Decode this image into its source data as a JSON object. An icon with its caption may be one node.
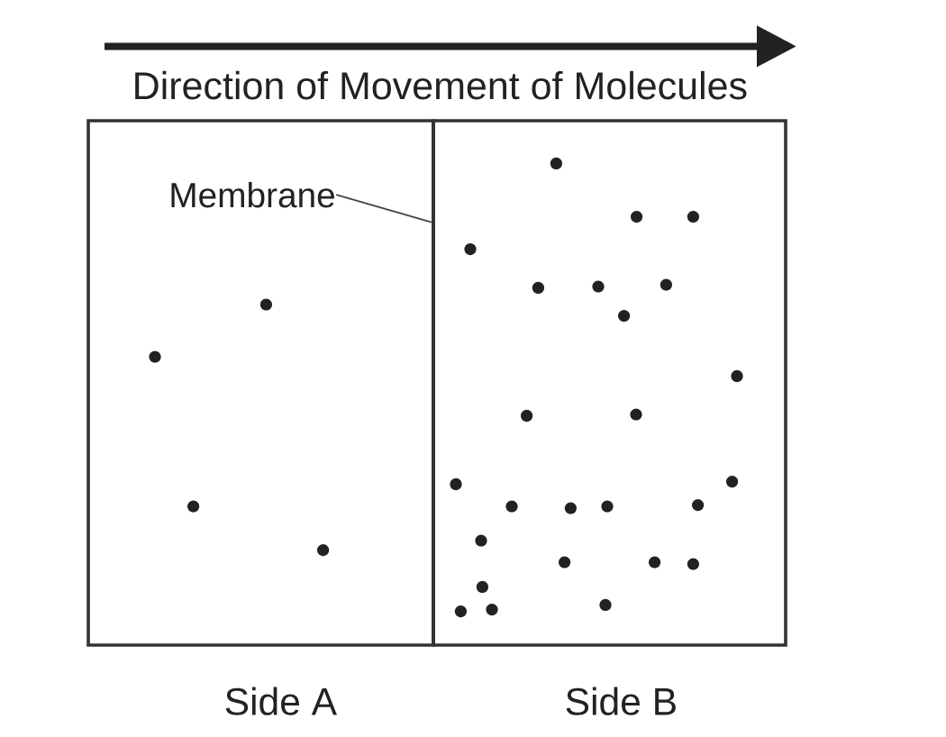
{
  "diagram": {
    "nodes": [
      {
        "text": [
          "Side A"
        ]
      },
      {
        "text": [
          "Side B"
        ]
      },
      {
        "text": [
          "Membrane"
        ],
        "in": 0
      },
      {
        "text": [],
        "shape": "line"
      }
    ],
    "edges": [
      {
        "from": 2,
        "to": 3,
        "arrow": "none"
      }
    ],
    "labels": [
      "Direction of Movement of Molecules"
    ]
  }
}
